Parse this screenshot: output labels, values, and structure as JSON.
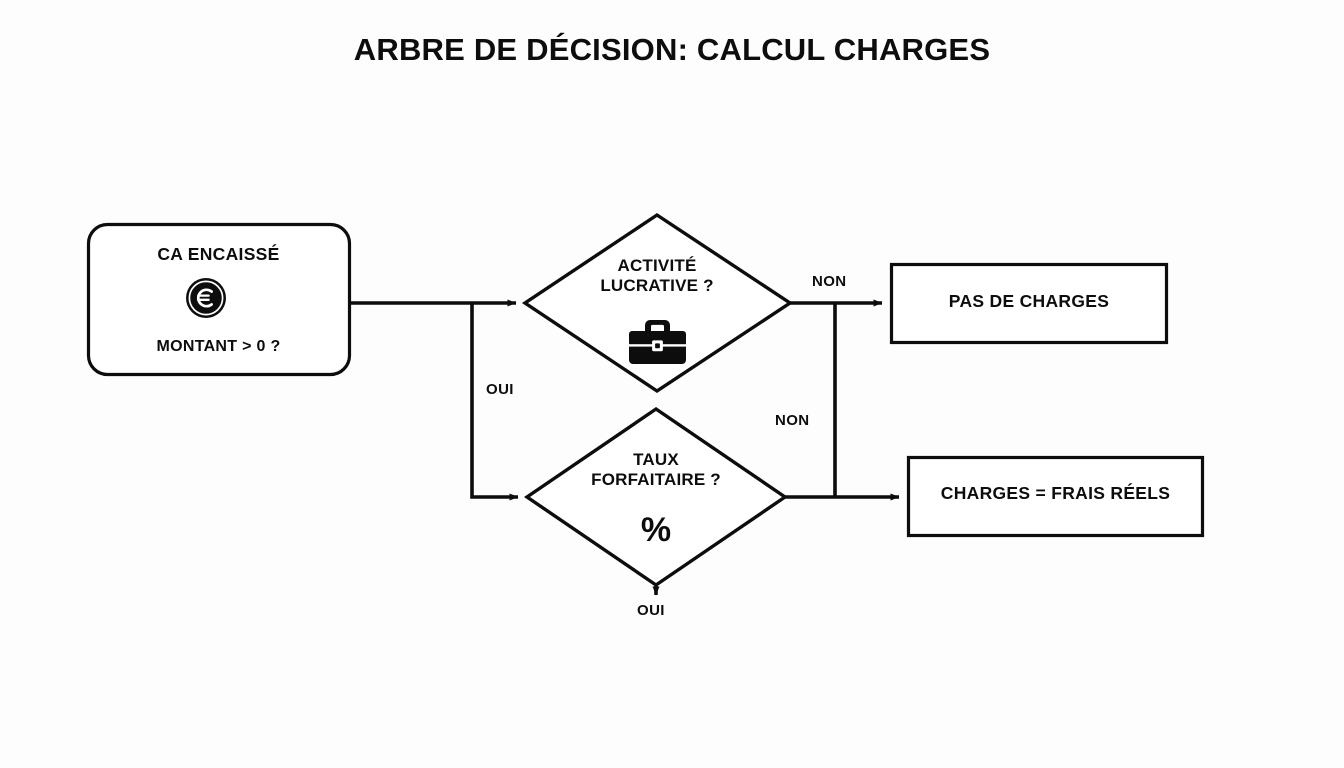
{
  "document": {
    "title": "ARBRE DE DÉCISION: CALCUL CHARGES",
    "background_color": "#fdfdfd",
    "stroke_color": "#0d0d0d",
    "text_color": "#0d0d0d"
  },
  "nodes": {
    "start": {
      "shape": "rounded-rectangle",
      "title": "CA ENCAISSÉ",
      "subtitle": "MONTANT > 0 ?",
      "icon": "euro-coin-icon"
    },
    "decision_activity": {
      "shape": "diamond",
      "label": "ACTIVITÉ\nLUCRATIVE ?",
      "icon": "briefcase-icon"
    },
    "decision_rate": {
      "shape": "diamond",
      "label": "TAUX\nFORFAITAIRE ?",
      "icon": "percent-icon",
      "icon_glyph": "%"
    },
    "result_no_charges": {
      "shape": "rectangle",
      "label": "PAS DE CHARGES"
    },
    "result_real_costs": {
      "shape": "rectangle",
      "label": "CHARGES = FRAIS RÉELS"
    }
  },
  "edges": [
    {
      "id": "start-to-split",
      "label": ""
    },
    {
      "id": "split-to-activity",
      "label": ""
    },
    {
      "id": "split-to-rate",
      "label": "OUI"
    },
    {
      "id": "activity-no",
      "label": "NON"
    },
    {
      "id": "activity-no-down",
      "label": "NON"
    },
    {
      "id": "rate-no",
      "label": ""
    },
    {
      "id": "rate-yes",
      "label": "OUI"
    }
  ],
  "edge_labels": {
    "oui_branch_down": "OUI",
    "non_activity": "NON",
    "non_rate": "NON",
    "oui_rate": "OUI"
  }
}
